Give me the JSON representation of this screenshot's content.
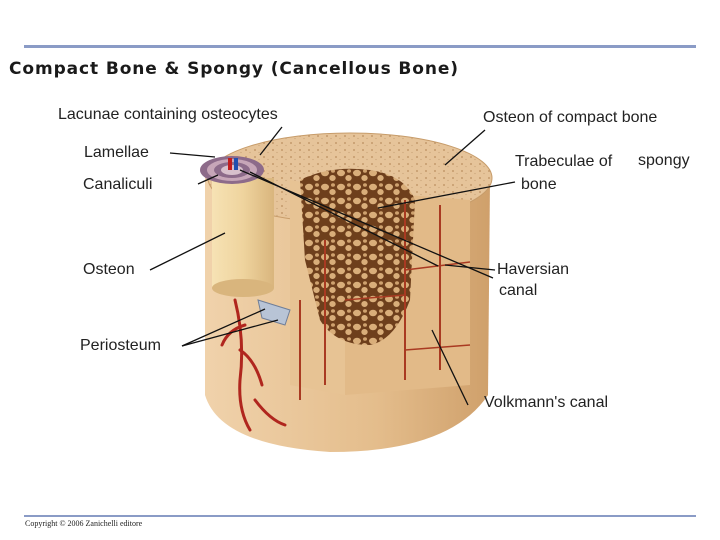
{
  "title": "Compact Bone & Spongy (Cancellous Bone)",
  "labels": {
    "lacunae": "Lacunae containing osteocytes",
    "lamellae": "Lamellae",
    "canaliculi": "Canaliculi",
    "osteon": "Osteon",
    "periosteum": "Periosteum",
    "osteon_compact": "Osteon of compact bone",
    "trabeculae_line1": "Trabeculae of",
    "trabeculae_spongy": "spongy",
    "trabeculae_line2": "bone",
    "haversian_line1": "Haversian",
    "haversian_line2": "canal",
    "volkmann": "Volkmann's canal"
  },
  "copyright": "Copyright © 2006 Zanichelli editore",
  "colors": {
    "rule": "#8a9bc6",
    "bone": "#e9c9a0",
    "bone_dark": "#c99a68",
    "vessel": "#b0261e",
    "spongy": "#7a4a22"
  }
}
